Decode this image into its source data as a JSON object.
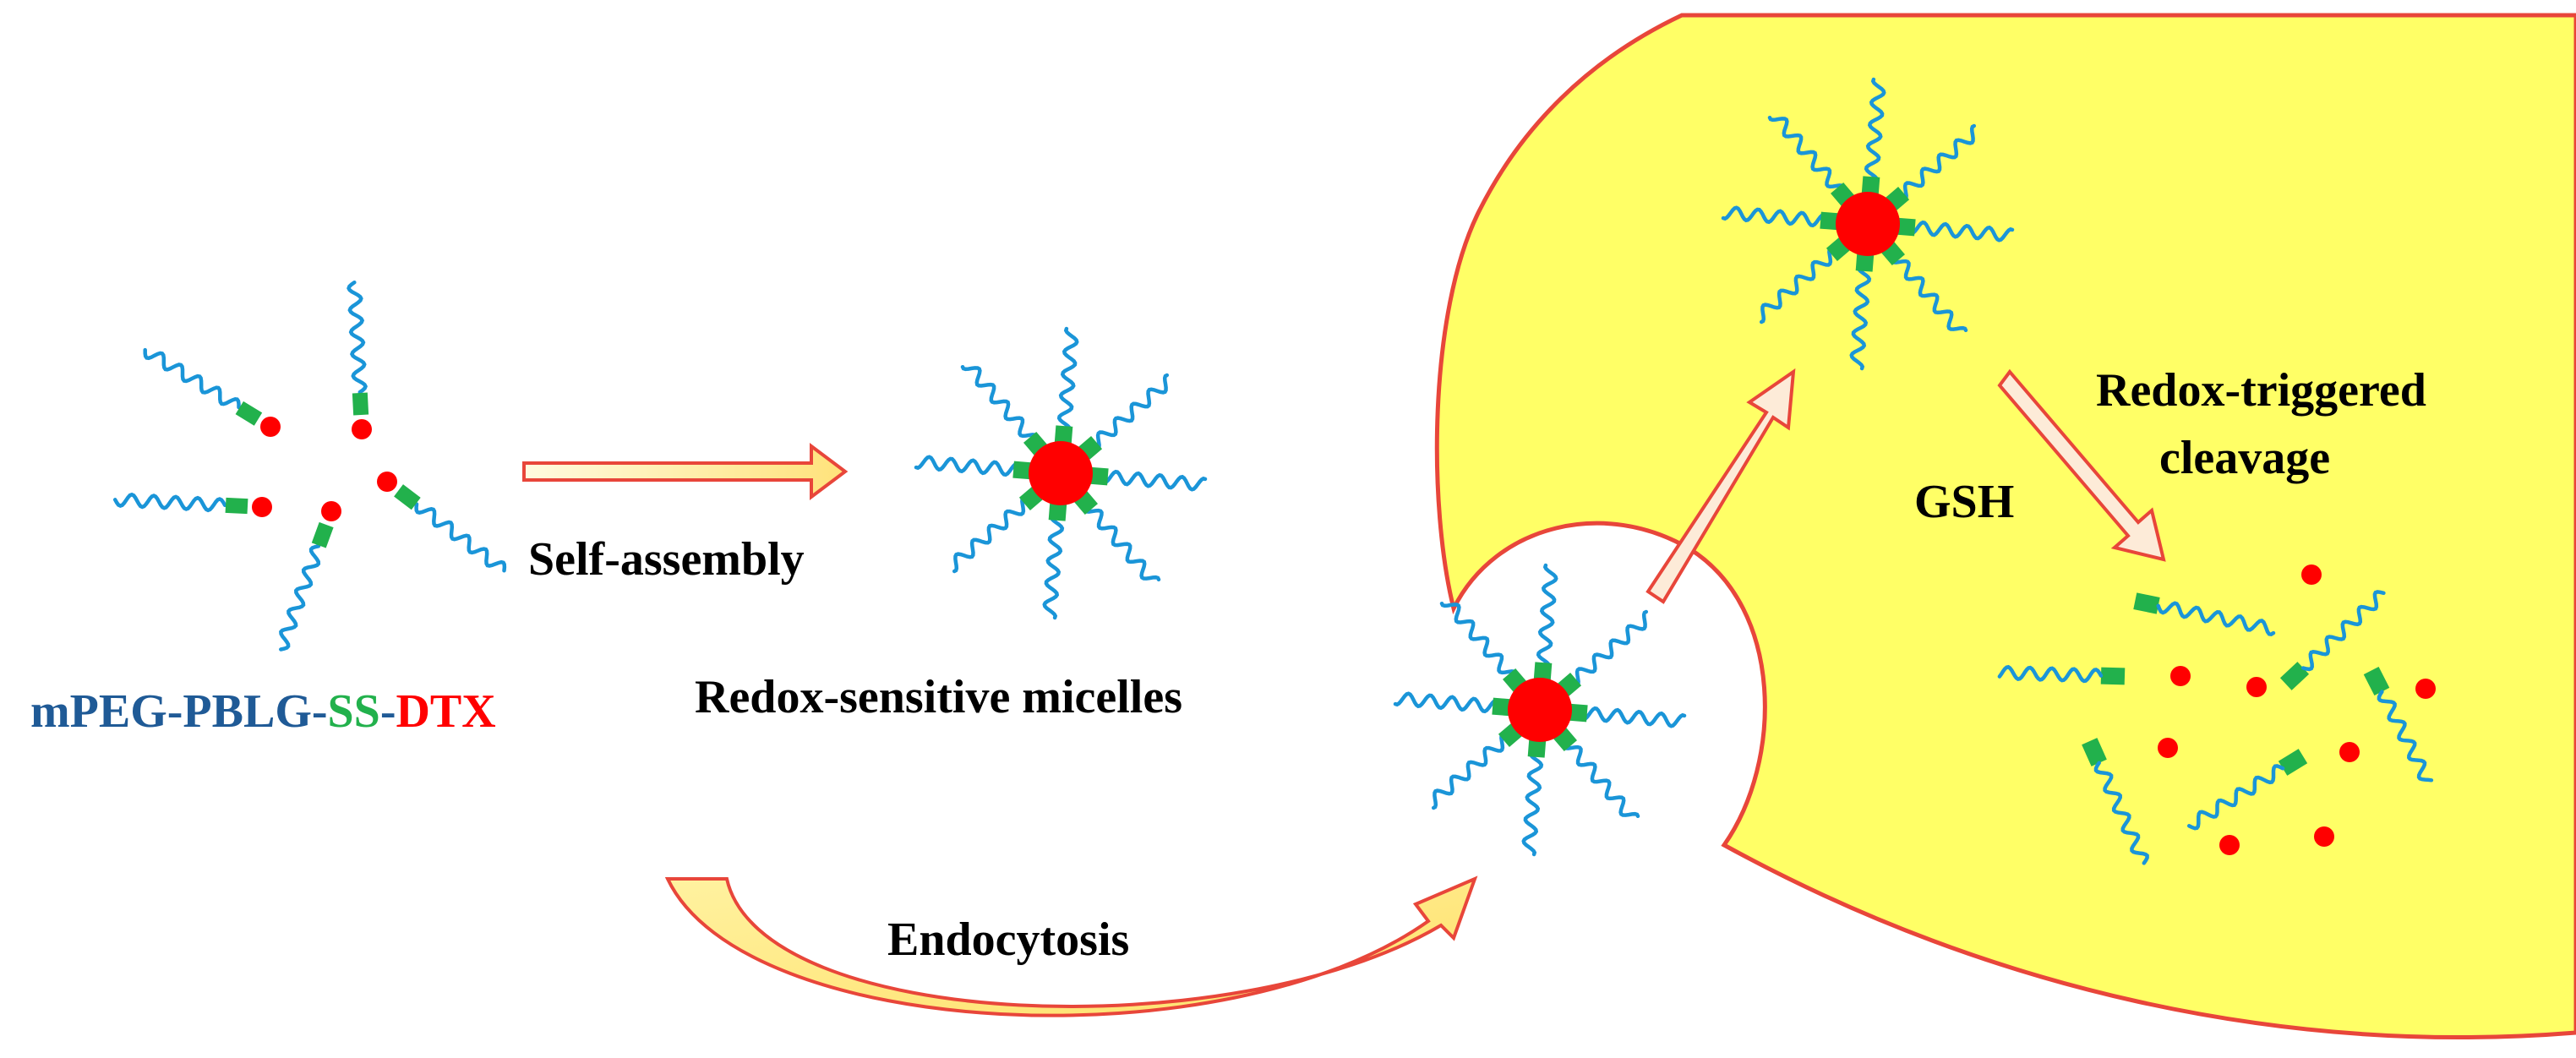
{
  "colors": {
    "chain": "#1a95d8",
    "linker": "#22b14c",
    "drug": "#ff0000",
    "cell": "#ffff66",
    "cell_border": "#e8463a",
    "arrow_fill": "#ffffcc",
    "arrow_border": "#e8463a",
    "label_blue": "#1f5a96"
  },
  "labels": {
    "polymer": {
      "part1": "mPEG-PBLG-",
      "part2": "SS",
      "part3": "-",
      "part4": "DTX"
    },
    "self_assembly": "Self-assembly",
    "micelles": "Redox-sensitive micelles",
    "endocytosis": "Endocytosis",
    "gsh": "GSH",
    "cleavage_line1": "Redox-triggered",
    "cleavage_line2": "cleavage"
  }
}
